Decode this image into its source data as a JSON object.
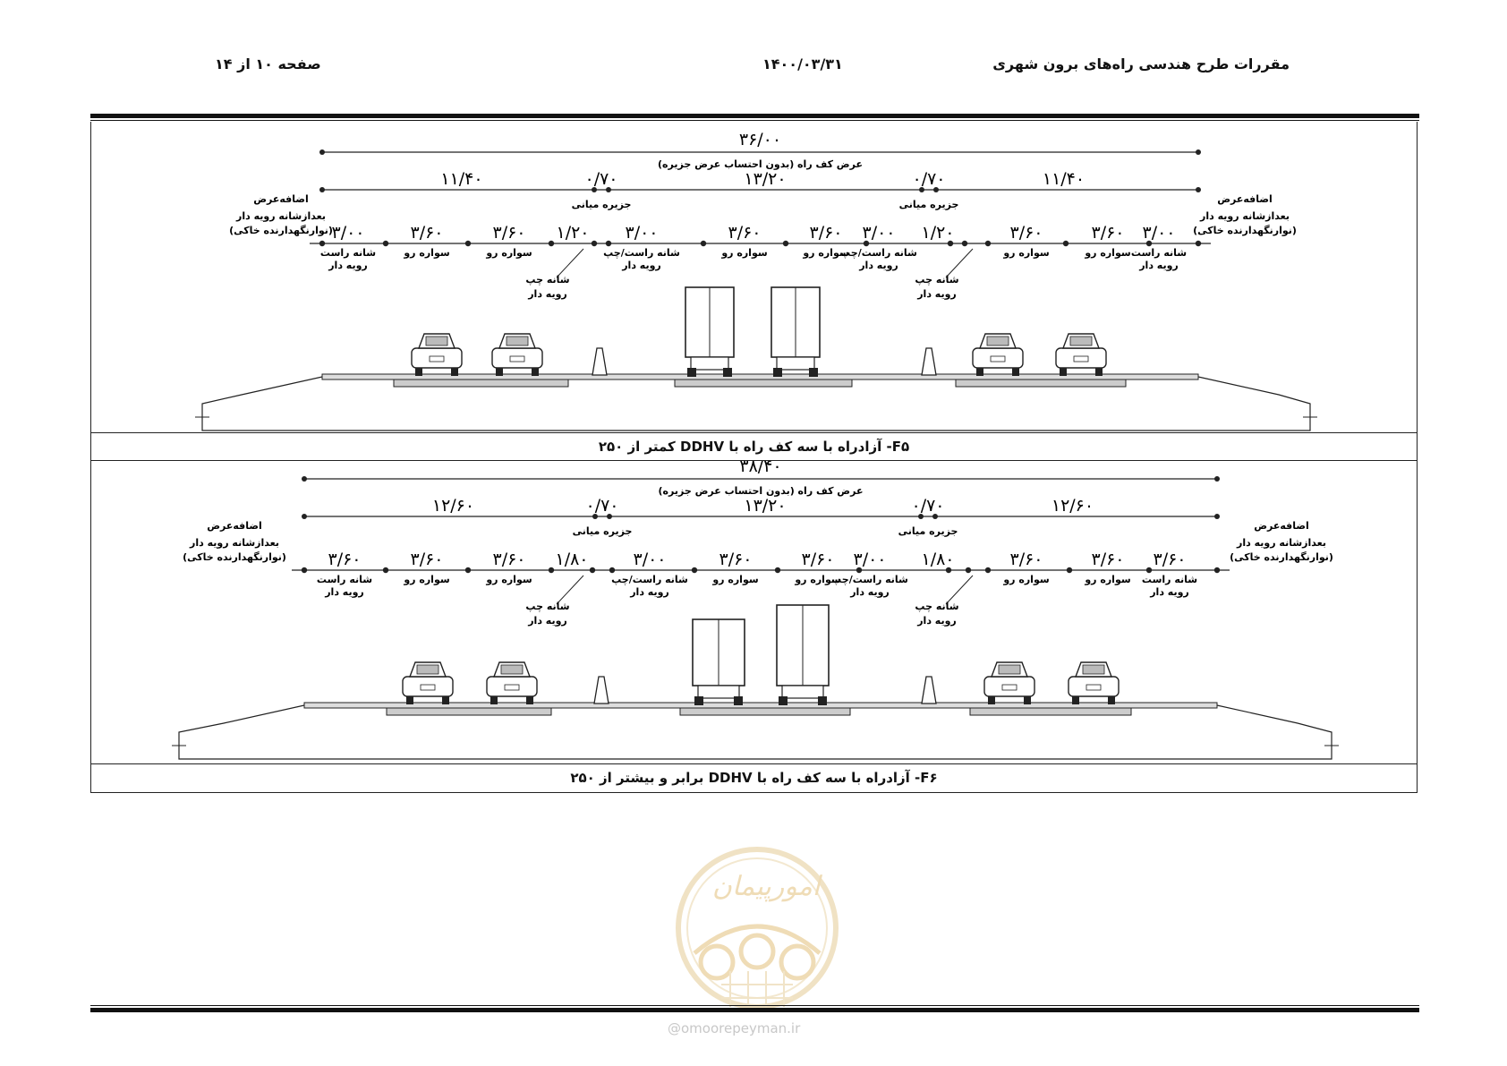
{
  "header": {
    "title": "مقررات طرح هندسی راه‌های برون شهری",
    "date": "۱۴۰۰/۰۳/۳۱",
    "page": "صفحه ۱۰ از ۱۴"
  },
  "common": {
    "pavement_label": "عرض کف راه (بدون احتساب عرض جزیره)",
    "median": "جزیره میانی",
    "extra_width": "اضافه‌عرض",
    "extra_note_1": "بعدازشانه رویه دار",
    "extra_note_2": "(نوارنگهدارنده خاکی)",
    "right_shoulder": "شانه راست",
    "left_right_shoulder": "شانه راست/چپ",
    "left_shoulder": "شانه چپ",
    "paved": "رویه دار",
    "lane": "سواره رو"
  },
  "figure_f5": {
    "total": "۳۶/۰۰",
    "side_width": "۱۱/۴۰",
    "center_width": "۱۳/۲۰",
    "median_width": "۰/۷۰",
    "right_shoulder_width": "۳/۰۰",
    "lane_width": "۳/۶۰",
    "left_shoulder_width": "۱/۲۰",
    "caption": "F۵- آزادراه با سه کف راه با DDHV کمتر از ۲۵۰"
  },
  "figure_f6": {
    "total": "۳۸/۴۰",
    "side_width": "۱۲/۶۰",
    "center_width": "۱۳/۲۰",
    "median_width": "۰/۷۰",
    "right_shoulder_width": "۳/۶۰",
    "center_shoulder_width": "۳/۰۰",
    "lane_width": "۳/۶۰",
    "left_shoulder_width": "۱/۸۰",
    "caption": "F۶- آزادراه با سه کف راه با DDHV برابر و بیشتر از ۲۵۰"
  },
  "watermark": {
    "brand": "امورپیمان",
    "url": "@omoorepeyman.ir"
  }
}
